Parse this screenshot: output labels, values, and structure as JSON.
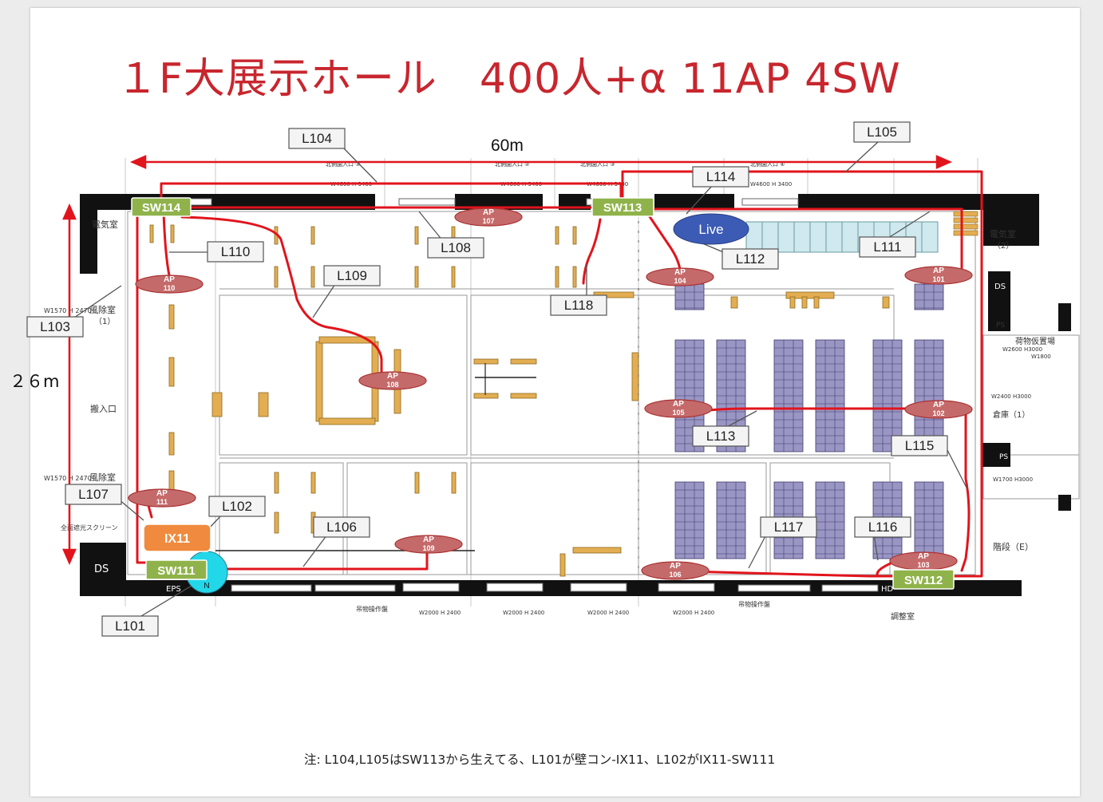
{
  "slide": {
    "title": "１F大展示ホール　400人+α 11AP 4SW",
    "note": "注: L104,L105はSW113から生えてる、L101が壁コン-IX11、L102がIX11-SW111"
  },
  "dimensions": {
    "width_label": "60m",
    "height_label": "２６m"
  },
  "colors": {
    "cable": "#e1141c",
    "switch": "#8fb34a",
    "ap": "#c56a6a",
    "router": "#f08a3e",
    "live": "#3b5bb5",
    "wall": "#111111",
    "table": "#e3ad52",
    "seat": "#9a96c4"
  },
  "switches": [
    {
      "id": "SW114",
      "label": "SW114"
    },
    {
      "id": "SW113",
      "label": "SW113"
    },
    {
      "id": "SW111",
      "label": "SW111"
    },
    {
      "id": "SW112",
      "label": "SW112"
    }
  ],
  "router": {
    "label": "IX11"
  },
  "live": {
    "label": "Live"
  },
  "compass": {
    "label": "N"
  },
  "access_points": [
    {
      "id": "101",
      "label": "AP",
      "num": "101"
    },
    {
      "id": "102",
      "label": "AP",
      "num": "102"
    },
    {
      "id": "103",
      "label": "AP",
      "num": "103"
    },
    {
      "id": "104",
      "label": "AP",
      "num": "104"
    },
    {
      "id": "105",
      "label": "AP",
      "num": "105"
    },
    {
      "id": "106",
      "label": "AP",
      "num": "106"
    },
    {
      "id": "107",
      "label": "AP",
      "num": "107"
    },
    {
      "id": "108",
      "label": "AP",
      "num": "108"
    },
    {
      "id": "109",
      "label": "AP",
      "num": "109"
    },
    {
      "id": "110",
      "label": "AP",
      "num": "110"
    },
    {
      "id": "111",
      "label": "AP",
      "num": "111"
    }
  ],
  "cables": [
    "L101",
    "L102",
    "L103",
    "L104",
    "L105",
    "L106",
    "L107",
    "L108",
    "L109",
    "L110",
    "L111",
    "L112",
    "L113",
    "L114",
    "L115",
    "L116",
    "L117",
    "L118"
  ],
  "rooms": {
    "elec_left": "電気室",
    "elec_right": "電気室",
    "elec_right_num": "（2）",
    "wind1": "風除室",
    "wind1_num": "（1）",
    "wind2": "風除室",
    "entrance": "搬入口",
    "ds_left": "DS",
    "eps": "EPS",
    "ds_right": "DS",
    "ps_right": "PS",
    "ps_right2": "PS",
    "cargo": "荷物仮置場",
    "storage": "倉庫（1）",
    "stairs": "階段（E）",
    "adjust": "調整室",
    "screen": "全面遮光スクリーン",
    "hd": "HD",
    "hanging1": "吊物操作盤",
    "hanging2": "吊物操作盤",
    "door_n1": "北側園入口 ①",
    "door_n2": "北側園入口 ②",
    "door_n3": "北側園入口 ③",
    "door_n4": "北側園入口 ④",
    "door_top_size": "W4600 H 3400",
    "door_bottom_size": "W2000 H 2400",
    "door_left_size1": "W1570 H 2470",
    "door_left_size2": "W1570 H 2470",
    "cargo_size1": "W2600 H3000",
    "cargo_size2": "W1800",
    "storage_size": "W2400 H3000",
    "stairs_size": "W1700 H3000"
  }
}
